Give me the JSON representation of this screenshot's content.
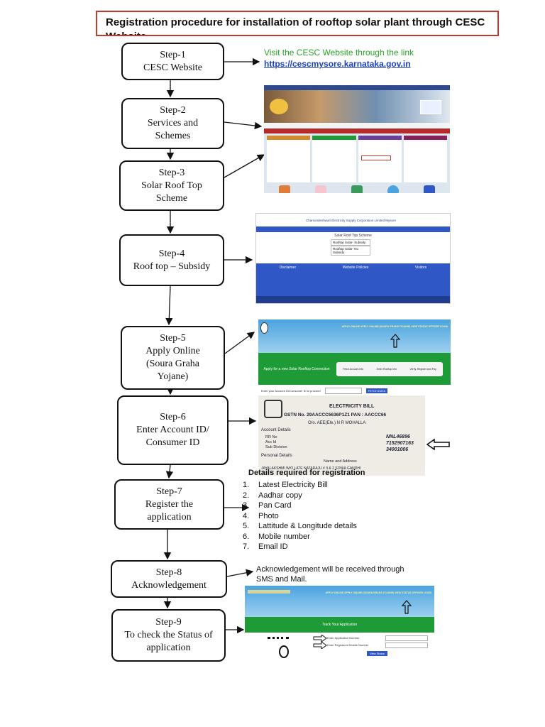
{
  "title": "Registration procedure for installation of rooftop solar plant through CESC Website",
  "steps": [
    {
      "label": "Step-1",
      "lines": [
        "CESC Website"
      ]
    },
    {
      "label": "Step-2",
      "lines": [
        "Services and",
        "Schemes"
      ]
    },
    {
      "label": "Step-3",
      "lines": [
        "Solar Roof Top",
        "Scheme"
      ]
    },
    {
      "label": "Step-4",
      "lines": [
        "Roof top – Subsidy"
      ]
    },
    {
      "label": "Step-5",
      "lines": [
        "Apply Online",
        "(Soura Graha",
        "Yojane)"
      ]
    },
    {
      "label": "Step-6",
      "lines": [
        "Enter Account ID/",
        "Consumer ID"
      ]
    },
    {
      "label": "Step-7",
      "lines": [
        "Register the",
        "application"
      ]
    },
    {
      "label": "Step-8",
      "lines": [
        "Acknowledgement"
      ]
    },
    {
      "label": "Step-9",
      "lines": [
        "To check the Status of",
        "application"
      ]
    }
  ],
  "step1_note": {
    "text": "Visit the  CESC  Website  through the link",
    "link": "https://cescmysore.karnataka.gov.in"
  },
  "requirements": {
    "title": "Details required for registration",
    "items": [
      {
        "num": "1.",
        "text": "Latest Electricity Bill"
      },
      {
        "num": "2.",
        "text": "Aadhar copy"
      },
      {
        "num": "3.",
        "text": "Pan Card"
      },
      {
        "num": "4.",
        "text": "Photo"
      },
      {
        "num": "5.",
        "text": "Lattitude & Longitude details"
      },
      {
        "num": "6.",
        "text": "Mobile number"
      },
      {
        "num": "7.",
        "text": "Email ID"
      }
    ]
  },
  "ack_note": [
    "Acknowledgement will be received through",
    "SMS and Mail."
  ],
  "screenshots": {
    "s4_header": "Chamundeshwari Electricity Supply Corporation Limited Mysore",
    "s4_scheme": "Solar Roof Top Scheme",
    "s4_options": [
      "Rooftop Solar- Subsidy",
      "Rooftop Solar- No Subsidy"
    ],
    "s4_footer_sections": [
      "Disclaimer",
      "Website Policies",
      "Visitors"
    ],
    "s5_nav": "APPLY ONLINE    APPLY ONLINE (SOURA GRAHA YOJANE)    VIEW STATUS    OFFICER LOGIN",
    "s5_banner": "Apply for a new Solar Rooftop Connection",
    "s5_steps": [
      "Fetch Account Info",
      "Enter Rooftop Info",
      "Verify, Register and Pay"
    ],
    "s5_input_label": "Enter your Account ID/Consumer ID to proceed",
    "s5_button": "FETCH DATA",
    "s6_bill_title": "ELECTRICITY BILL",
    "s6_gstn": "GSTN No. 29AACCC6636P1Z1  PAN : AACCC66",
    "s6_office": "O/o. AEE(Ele.) N R MOHALLA",
    "s6_account_details": "Account Details",
    "s6_numbers": [
      "NNL46896",
      "7152907163",
      "34001006"
    ],
    "s6_personal": "Personal Details",
    "s6_name_address": "Name and Address",
    "s6_name": "JAYALAKSHMI W/O LATE NATARAJU # 3 & 2 SONIA GANDHI",
    "s6_fields": [
      "RR No",
      "Acc Id",
      "Sub Division"
    ],
    "s9_banner": "Track Your Application",
    "s9_fields": [
      "Enter Application Number",
      "Enter Registered Mobile Number"
    ],
    "s9_button": "View Status"
  },
  "colors": {
    "title_border": "#c0392b",
    "link": "#1a3fbf",
    "green_text": "#2aa52a",
    "portal_green": "#1e9b36",
    "portal_sky": "#4aa3df",
    "portal_blue": "#2f57c6"
  }
}
